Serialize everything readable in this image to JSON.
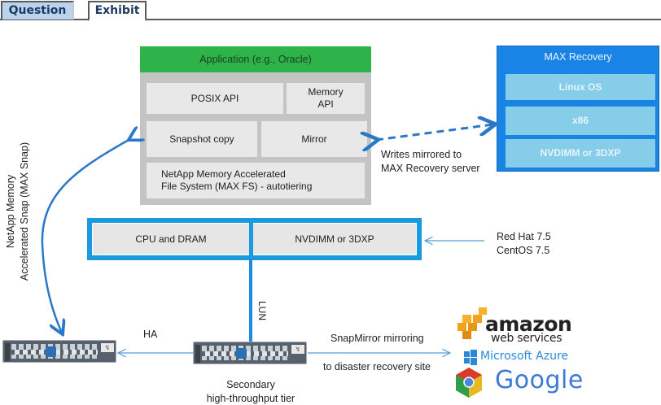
{
  "tabs": [
    {
      "label": "Question",
      "active": false
    },
    {
      "label": "Exhibit",
      "active": true
    }
  ],
  "diagram": {
    "application": "Application (e.g., Oracle)",
    "stack": {
      "posix_api": "POSIX API",
      "memory_api_line1": "Memory",
      "memory_api_line2": "API",
      "snapshot_copy": "Snapshot copy",
      "mirror": "Mirror",
      "maxfs_line1": "NetApp Memory Accelerated",
      "maxfs_line2": "File System (MAX FS) - autotiering"
    },
    "hardware": {
      "cpu": "CPU and DRAM",
      "nvdimm": "NVDIMM or 3DXP"
    },
    "os_note": {
      "line1": "Red Hat 7.5",
      "line2": "CentOS 7.5"
    },
    "max_recovery": {
      "title": "MAX Recovery",
      "layers": [
        "Linux OS",
        "x86",
        "NVDIMM or 3DXP"
      ]
    },
    "writes_note": {
      "line1": "Writes mirrored to",
      "line2": "MAX Recovery server"
    },
    "max_snap_label": {
      "line1": "NetApp Memory",
      "line2": "Accelerated Snap (MAX Snap)"
    },
    "lun_label": "LUN",
    "ha_label": "HA",
    "snapmirror_line1": "SnapMirror mirroring",
    "snapmirror_line2": "to disaster recovery site",
    "secondary": {
      "line1": "Secondary",
      "line2": "high-throughput tier"
    },
    "clouds": {
      "aws_word": "amazon",
      "aws_sub": "web services",
      "azure": "Microsoft Azure",
      "google": "Google"
    },
    "colors": {
      "application_green": "#2eb34a",
      "accent_blue": "#1a9be0",
      "recovery_blue": "#1a84e6",
      "recovery_cell": "#86cde9",
      "stack_gray": "#c4c4c4",
      "cell_gray": "#e8e8e8"
    }
  }
}
